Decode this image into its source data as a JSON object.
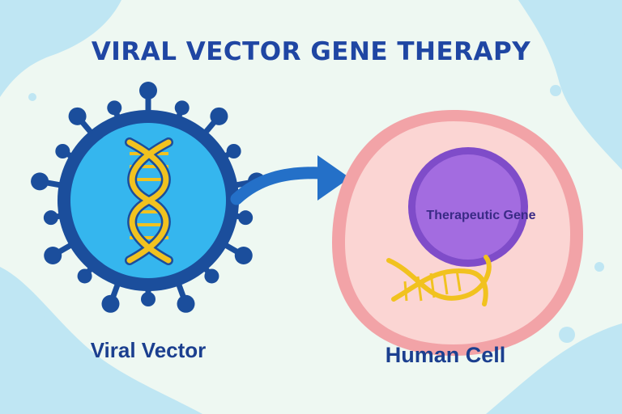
{
  "diagram": {
    "title": "VIRAL VECTOR GENE THERAPY",
    "viral_vector_label": "Viral Vector",
    "human_cell_label": "Human Cell",
    "nucleus_label": "Therapeutic Gene"
  },
  "colors": {
    "background": "#eef8f2",
    "blob": "#bfe6f3",
    "title": "#1f46a3",
    "virus_outer": "#1b4e9c",
    "virus_inner": "#35b6ee",
    "dna_gold": "#f1c21f",
    "arrow": "#2470c8",
    "cell_membrane": "#f2a3a7",
    "cell_fill": "#fbd5d3",
    "nucleus_outer": "#7f4cc9",
    "nucleus_inner": "#a36ce0"
  },
  "icons": [
    "virus-icon",
    "dna-helix-icon",
    "arrow-icon",
    "cell-icon",
    "nucleus-icon"
  ]
}
